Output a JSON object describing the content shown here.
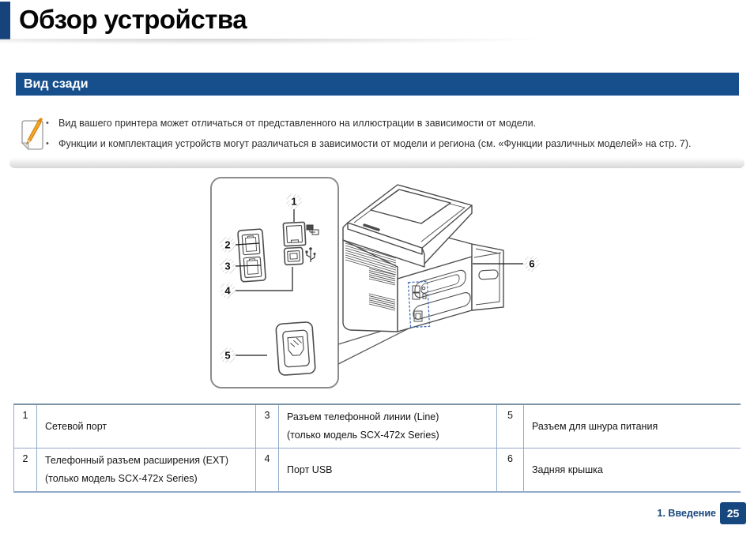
{
  "page": {
    "title": "Обзор устройства",
    "section": "Вид сзади"
  },
  "note": {
    "bullet1": "Вид вашего принтера может отличаться от представленного на иллюстрации в зависимости от модели.",
    "bullet2": "Функции и комплектация устройств могут различаться в зависимости от модели и региона (см. «Функции различных моделей» на стр. 7)."
  },
  "diagram": {
    "callouts": {
      "n1": "1",
      "n2": "2",
      "n3": "3",
      "n4": "4",
      "n5": "5",
      "n6": "6"
    }
  },
  "table": {
    "cells": [
      {
        "num": "1",
        "l1": "Сетевой порт",
        "l2": ""
      },
      {
        "num": "3",
        "l1": "Разъем телефонной линии (Line)",
        "l2": "(только модель SCX-472x Series)"
      },
      {
        "num": "5",
        "l1": "Разъем для шнура питания",
        "l2": ""
      },
      {
        "num": "2",
        "l1": "Телефонный разъем расширения (EXT)",
        "l2": "(только модель SCX-472x Series)"
      },
      {
        "num": "4",
        "l1": "Порт USB",
        "l2": ""
      },
      {
        "num": "6",
        "l1": "Задняя крышка",
        "l2": ""
      }
    ]
  },
  "footer": {
    "chapter": "1. Введение",
    "page": "25"
  },
  "colors": {
    "accent_navy": "#17437c",
    "section_bar_blue": "#174e8c",
    "table_border_blue": "#93abc9",
    "callout_dash_blue": "#3d6eb4",
    "pencil_orange": "#f5a623"
  }
}
